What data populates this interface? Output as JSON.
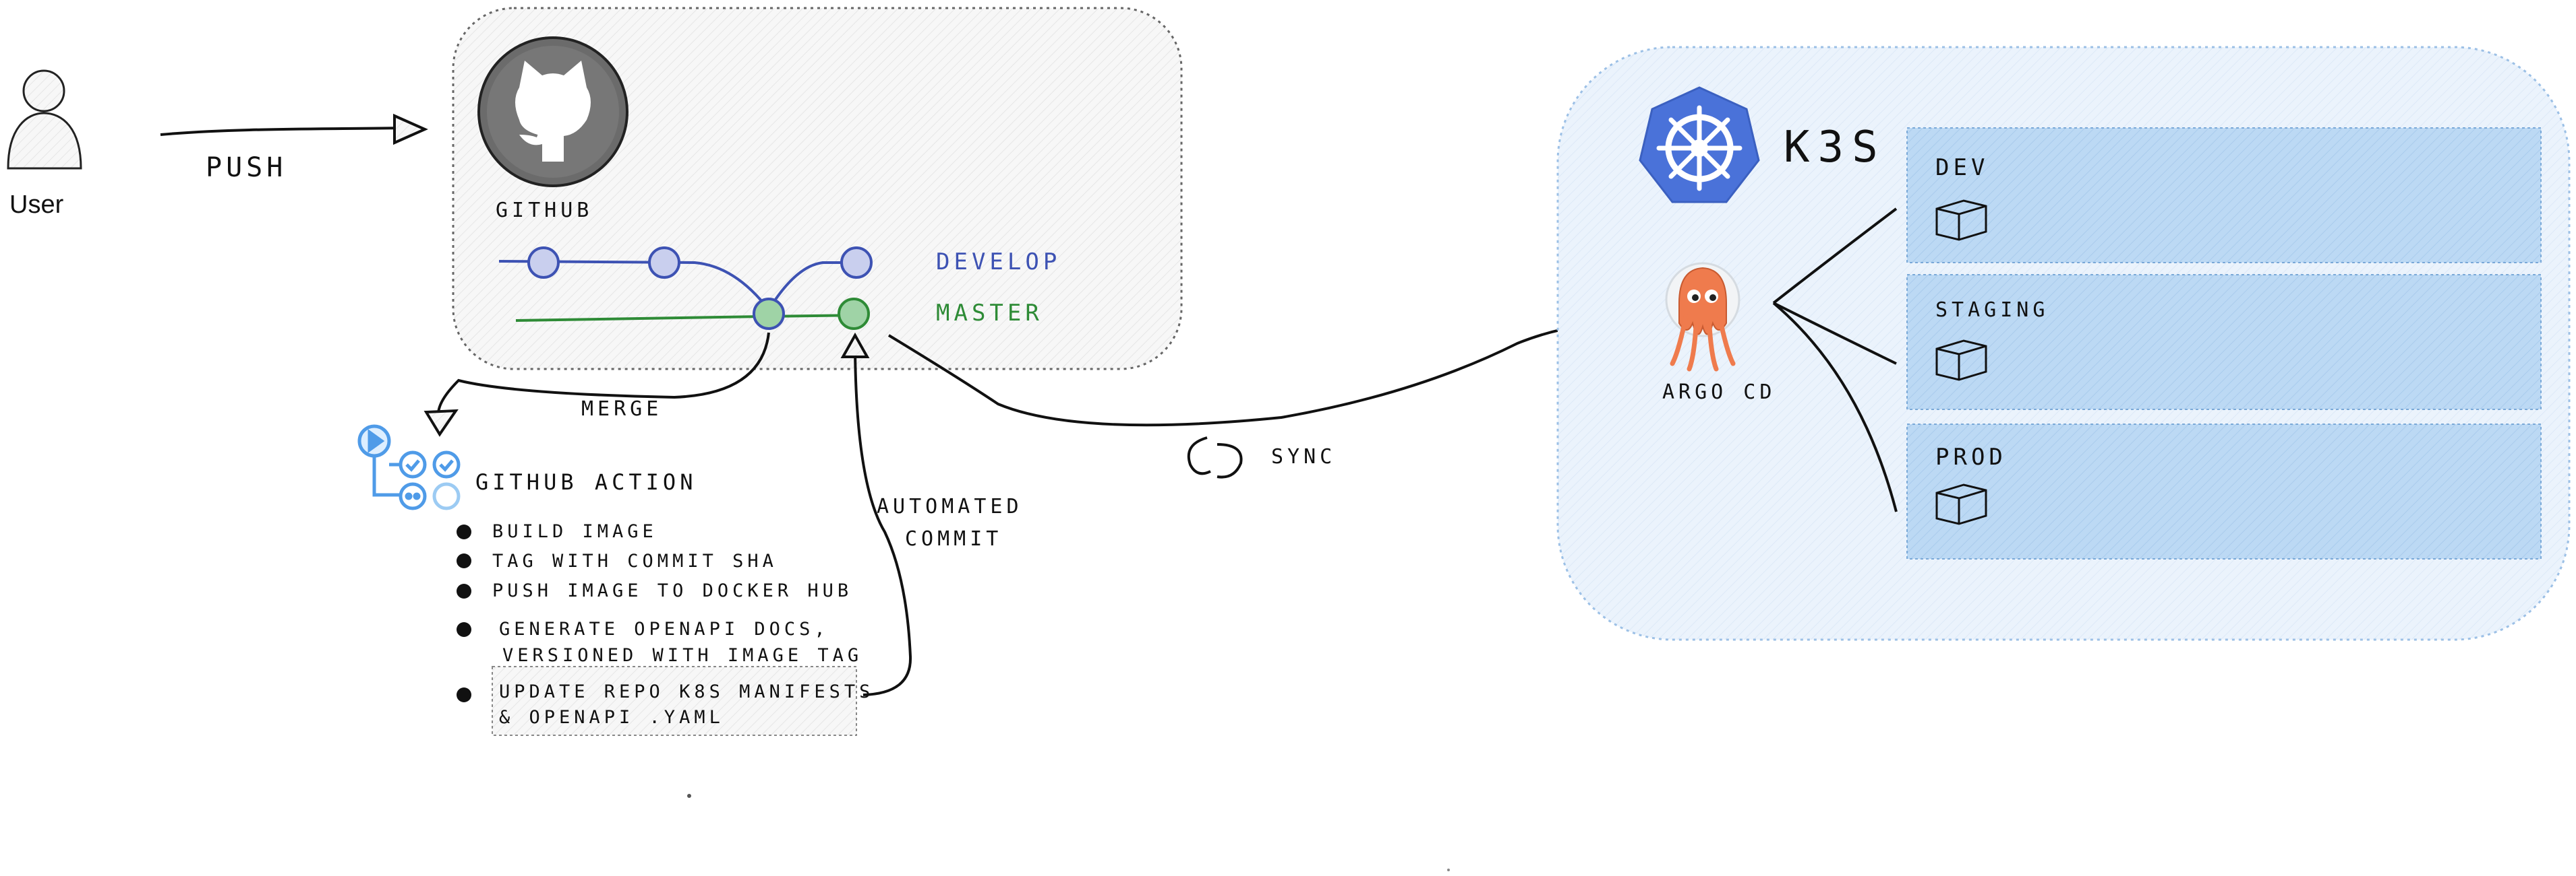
{
  "user": {
    "label": "User"
  },
  "push": {
    "label": "PUSH"
  },
  "github": {
    "label": "GITHUB",
    "branches": {
      "develop": "DEVELOP",
      "master": "MASTER"
    }
  },
  "merge": {
    "label": "MERGE"
  },
  "github_action": {
    "title": "GITHUB ACTION",
    "steps": [
      "BUILD IMAGE",
      "TAG WITH COMMIT SHA",
      "PUSH IMAGE TO DOCKER HUB",
      "GENERATE OPENAPI DOCS,",
      "VERSIONED WITH IMAGE TAG",
      "UPDATE REPO K8S MANIFESTS",
      "& OPENAPI .YAML"
    ]
  },
  "automated_commit": {
    "line1": "AUTOMATED",
    "line2": "COMMIT"
  },
  "sync": {
    "label": "SYNC"
  },
  "argocd": {
    "label": "ARGO CD"
  },
  "k3s": {
    "label": "K3S",
    "environments": [
      "DEV",
      "STAGING",
      "PROD"
    ]
  },
  "colors": {
    "develop": "#3d52b3",
    "master": "#2e8b36",
    "k8s_blue": "#4a72d9",
    "env_fill": "#b9d7f3",
    "k3s_bg": "#e8f1fb",
    "argo_orange": "#ef7b4d"
  }
}
